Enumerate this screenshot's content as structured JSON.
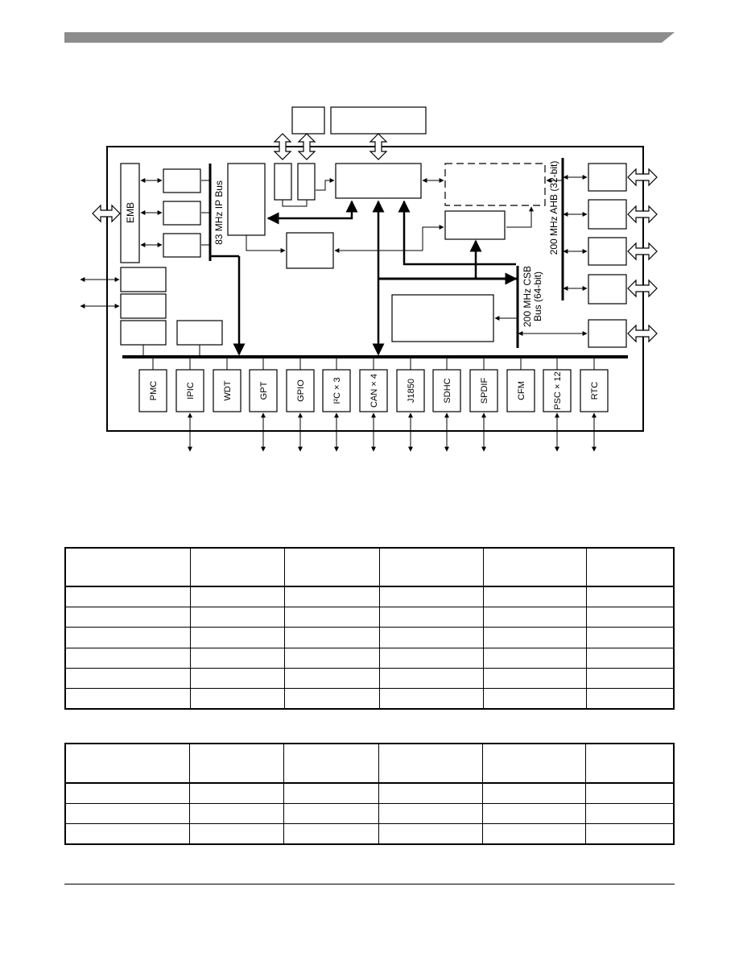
{
  "header": {
    "bar_color": "#8c8c8c"
  },
  "diagram": {
    "bus_labels": {
      "ip_bus": "83 MHz IP Bus",
      "ahb": "200 MHz AHB (32-bit)",
      "csb_line1": "200 MHz CSB",
      "csb_line2": "Bus (64-bit)"
    },
    "emb_label": "EMB",
    "peripherals": [
      "PMC",
      "IPIC",
      "WDT",
      "GPT",
      "GPIO",
      "I²C × 3",
      "CAN × 4",
      "J1850",
      "SDHC",
      "SPDIF",
      "CFM",
      "PSC × 12",
      "RTC"
    ]
  },
  "table1": {
    "rows": 7,
    "cols": 6
  },
  "table2": {
    "rows": 4,
    "cols": 6
  }
}
